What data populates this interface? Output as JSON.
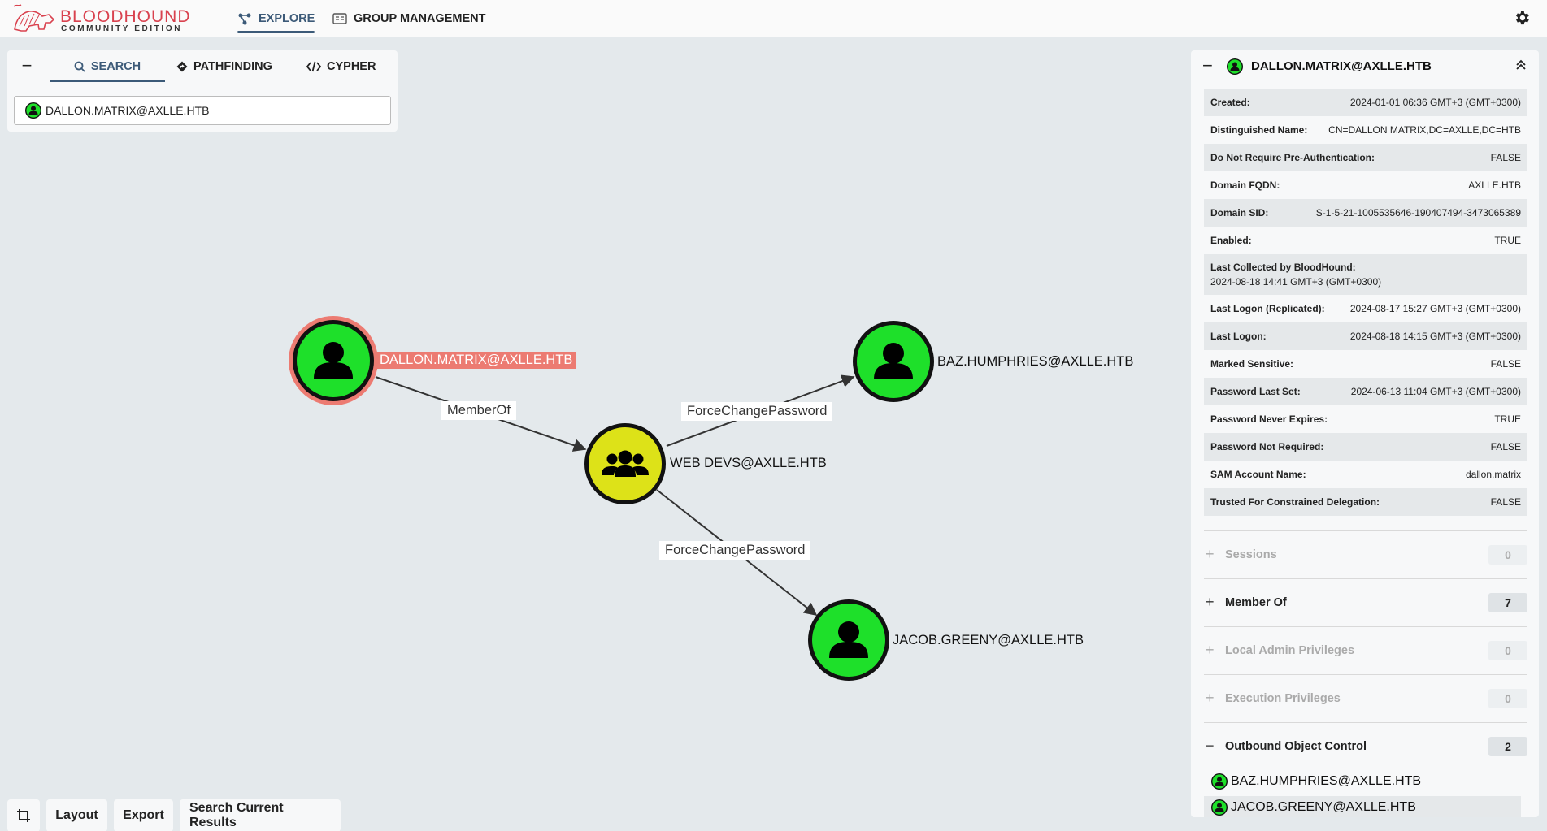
{
  "app": {
    "logo_main": "BLOODHOUND",
    "logo_sub": "COMMUNITY EDITION",
    "nav": {
      "explore": "EXPLORE",
      "group_management": "GROUP MANAGEMENT"
    },
    "settings_icon": "gear-icon"
  },
  "search_panel": {
    "collapse": "−",
    "tabs": {
      "search": "SEARCH",
      "pathfinding": "PATHFINDING",
      "cypher": "CYPHER"
    },
    "query": "DALLON.MATRIX@AXLLE.HTB"
  },
  "graph": {
    "nodes": {
      "dallon": "DALLON.MATRIX@AXLLE.HTB",
      "webdevs": "WEB DEVS@AXLLE.HTB",
      "baz": "BAZ.HUMPHRIES@AXLLE.HTB",
      "jacob": "JACOB.GREENY@AXLLE.HTB"
    },
    "edges": {
      "member_of": "MemberOf",
      "fcp_baz": "ForceChangePassword",
      "fcp_jacob": "ForceChangePassword"
    },
    "colors": {
      "user": "#1ee02a",
      "group": "#dde218",
      "selected_ring": "#ec7b72",
      "edge": "#333333"
    }
  },
  "toolbar": {
    "crop_icon": "crop-icon",
    "layout": "Layout",
    "export": "Export",
    "search_results": "Search Current Results"
  },
  "entity": {
    "title": "DALLON.MATRIX@AXLLE.HTB",
    "properties": [
      {
        "key": "Created:",
        "value": "2024-01-01 06:36 GMT+3 (GMT+0300)"
      },
      {
        "key": "Distinguished Name:",
        "value": "CN=DALLON MATRIX,DC=AXLLE,DC=HTB"
      },
      {
        "key": "Do Not Require Pre-Authentication:",
        "value": "FALSE"
      },
      {
        "key": "Domain FQDN:",
        "value": "AXLLE.HTB"
      },
      {
        "key": "Domain SID:",
        "value": "S-1-5-21-1005535646-190407494-3473065389"
      },
      {
        "key": "Enabled:",
        "value": "TRUE"
      },
      {
        "key": "Last Collected by BloodHound:",
        "value": "2024-08-18 14:41 GMT+3 (GMT+0300)"
      },
      {
        "key": "Last Logon (Replicated):",
        "value": "2024-08-17 15:27 GMT+3 (GMT+0300)"
      },
      {
        "key": "Last Logon:",
        "value": "2024-08-18 14:15 GMT+3 (GMT+0300)"
      },
      {
        "key": "Marked Sensitive:",
        "value": "FALSE"
      },
      {
        "key": "Password Last Set:",
        "value": "2024-06-13 11:04 GMT+3 (GMT+0300)"
      },
      {
        "key": "Password Never Expires:",
        "value": "TRUE"
      },
      {
        "key": "Password Not Required:",
        "value": "FALSE"
      },
      {
        "key": "SAM Account Name:",
        "value": "dallon.matrix"
      },
      {
        "key": "Trusted For Constrained Delegation:",
        "value": "FALSE"
      }
    ],
    "sections": [
      {
        "sign": "+",
        "title": "Sessions",
        "count": "0"
      },
      {
        "sign": "+",
        "title": "Member Of",
        "count": "7"
      },
      {
        "sign": "+",
        "title": "Local Admin Privileges",
        "count": "0"
      },
      {
        "sign": "+",
        "title": "Execution Privileges",
        "count": "0"
      },
      {
        "sign": "−",
        "title": "Outbound Object Control",
        "count": "2"
      }
    ],
    "outbound": [
      "BAZ.HUMPHRIES@AXLLE.HTB",
      "JACOB.GREENY@AXLLE.HTB"
    ]
  }
}
